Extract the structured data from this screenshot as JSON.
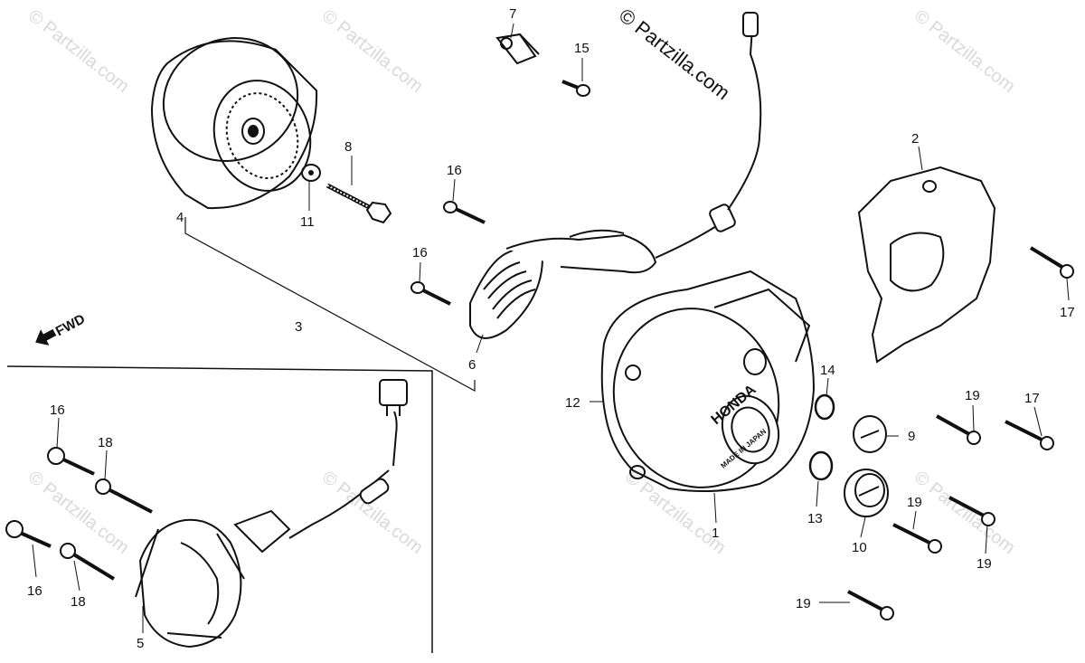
{
  "watermark": {
    "text": "© Partzilla.com",
    "copyright": "© Partzilla.com"
  },
  "direction": {
    "label": "FWD"
  },
  "cover_markings": {
    "brand": "HONDA",
    "origin": "MADE IN JAPAN"
  },
  "callouts": [
    "1",
    "2",
    "3",
    "4",
    "5",
    "6",
    "7",
    "8",
    "9",
    "10",
    "11",
    "12",
    "13",
    "14",
    "15",
    "16",
    "17",
    "18",
    "19"
  ],
  "colors": {
    "ink": "#111111",
    "watermark": "#d9d9d9",
    "background": "#ffffff"
  }
}
